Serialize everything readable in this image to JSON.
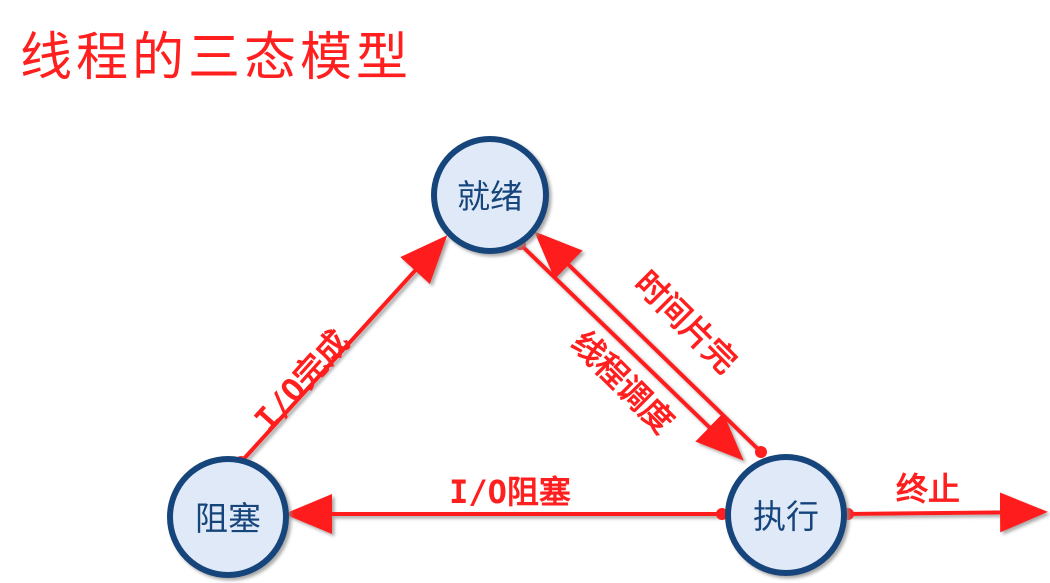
{
  "title": "线程的三态模型",
  "colors": {
    "title": "#ff1f1f",
    "edge": "#ff1f1f",
    "edge_shadow": "#9f9f9f",
    "node_fill": "#dfe9f7",
    "node_stroke": "#17457b",
    "node_text": "#17457b",
    "label": "#ff1f1f"
  },
  "nodes": {
    "ready": "就绪",
    "blocked": "阻塞",
    "running": "执行"
  },
  "edges": {
    "io_complete": "I/O完成",
    "time_slice_done": "时间片完",
    "thread_schedule": "线程调度",
    "io_blocked": "I/O阻塞",
    "terminate": "终止"
  }
}
